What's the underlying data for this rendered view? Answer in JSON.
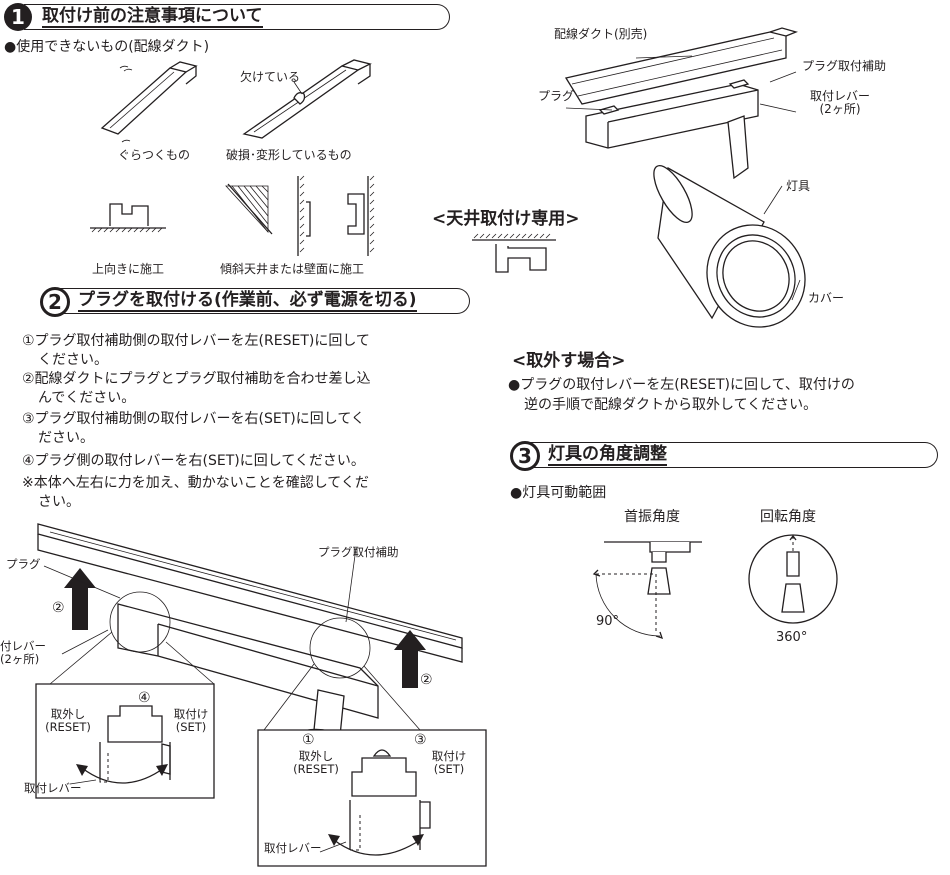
{
  "section1": {
    "number": "1",
    "title": "取付け前の注意事項について",
    "subtitle": "●使用できないもの(配線ダクト)",
    "items": {
      "wobbly": "ぐらつくもの",
      "damaged": "破損･変形しているもの",
      "notch": "欠けている",
      "upward": "上向きに施工",
      "slanted": "傾斜天井または壁面に施工"
    },
    "ceiling_only": "<天井取付け専用>"
  },
  "section2": {
    "number": "2",
    "title": "プラグを取付ける(作業前、必ず電源を切る)",
    "steps": [
      {
        "first": "①プラグ取付補助側の取付レバーを左(RESET)に回して",
        "rest": "ください。"
      },
      {
        "first": "②配線ダクトにプラグとプラグ取付補助を合わせ差し込",
        "rest": "んでください。"
      },
      {
        "first": "③プラグ取付補助側の取付レバーを右(SET)に回してく",
        "rest": "ださい。"
      },
      {
        "first": "④プラグ側の取付レバーを右(SET)に回してください。",
        "rest": ""
      },
      {
        "first": "※本体へ左右に力を加え、動かないことを確認してくだ",
        "rest": "さい。"
      }
    ],
    "figure": {
      "plug": "プラグ",
      "plug_aid": "プラグ取付補助",
      "circ2": "②",
      "lever_side": "付レバー",
      "lever_count": "(2ヶ所)",
      "left_detail": {
        "num": "④",
        "remove": "取外し",
        "reset": "(RESET)",
        "attach": "取付け",
        "set": "(SET)",
        "lever": "取付レバー"
      },
      "right_detail": {
        "num1": "①",
        "num3": "③",
        "remove": "取外し",
        "reset": "(RESET)",
        "attach": "取付け",
        "set": "(SET)",
        "lever": "取付レバー"
      }
    }
  },
  "top_figure": {
    "duct": "配線ダクト(別売)",
    "plug_aid": "プラグ取付補助",
    "plug": "プラグ",
    "lever": "取付レバー",
    "lever_count": "(2ヶ所)",
    "fixture": "灯具",
    "cover": "カバー"
  },
  "removal": {
    "title": "<取外す場合>",
    "line1": "●プラグの取付レバーを左(RESET)に回して、取付けの",
    "line2": "逆の手順で配線ダクトから取外してください。"
  },
  "section3": {
    "number": "3",
    "title": "灯具の角度調整",
    "subtitle": "●灯具可動範囲",
    "tilt_label": "首振角度",
    "rotate_label": "回転角度",
    "tilt_value": "90°",
    "rotate_value": "360°"
  }
}
